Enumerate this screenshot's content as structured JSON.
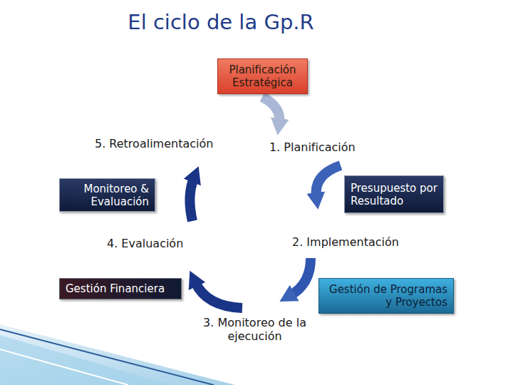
{
  "diagram": {
    "title": "El ciclo de la Gp.R",
    "nodes": [
      {
        "text": [
          "Planificación Estratégica"
        ]
      },
      {
        "text": [
          "Monitoreo & Evaluación"
        ]
      },
      {
        "text": [
          "Presupuesto por Resultado"
        ]
      },
      {
        "text": [
          "Gestión Financiera"
        ]
      },
      {
        "text": [
          "Gestión de Programas y Proyectos"
        ]
      }
    ],
    "labels": [
      "5. Retroalimentación",
      "1. Planificación",
      "4. Evaluación",
      "2. Implementación",
      "3. Monitoreo de la ejecución"
    ]
  }
}
